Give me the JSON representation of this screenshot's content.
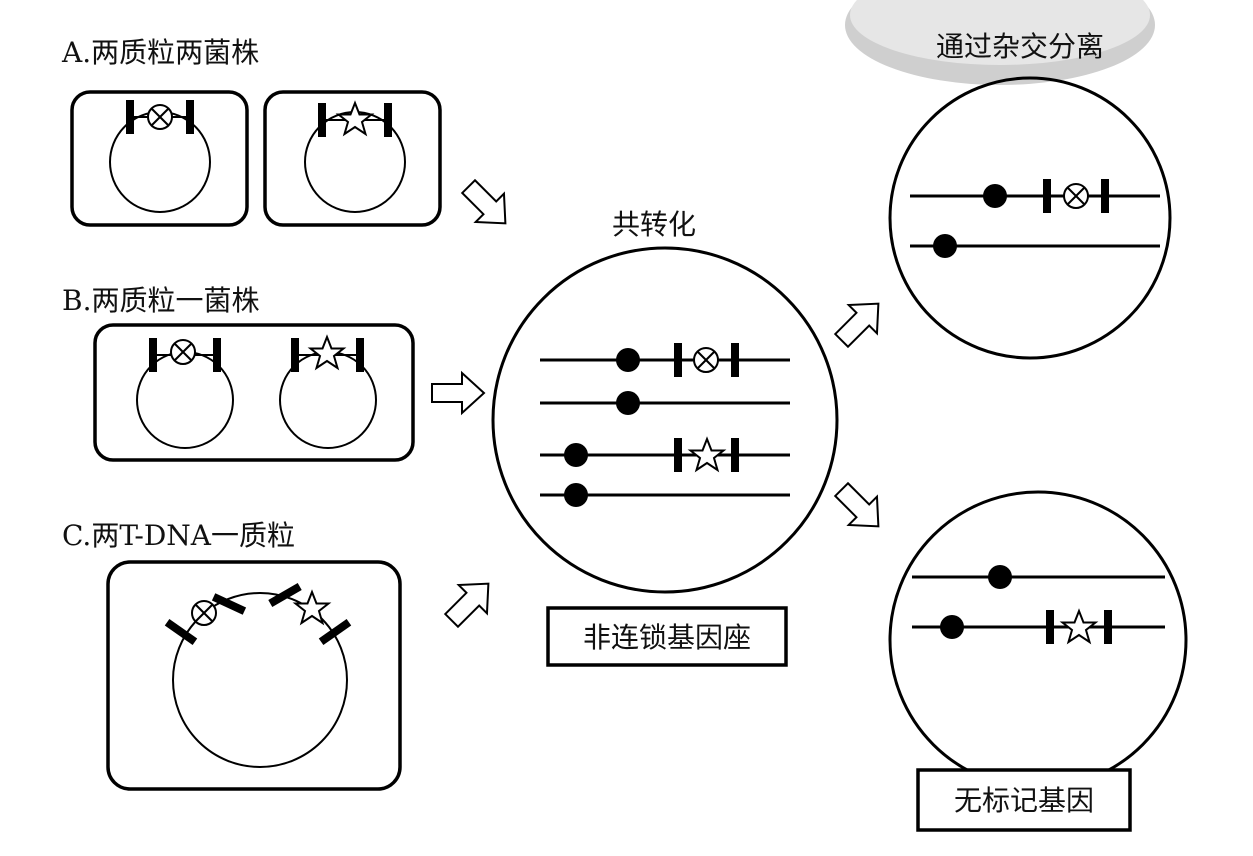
{
  "labels": {
    "a": "A.两质粒两菌株",
    "b": "B.两质粒一菌株",
    "c": "C.两T-DNA一质粒",
    "cotransform": "共转化",
    "unlinked": "非连锁基因座",
    "separation": "通过杂交分离",
    "markerfree": "无标记基因"
  },
  "icons": {
    "marker_gene": "circle-x-icon",
    "target_gene": "star-icon",
    "border": "t-dna-border-bar",
    "locus": "insertion-dot"
  }
}
